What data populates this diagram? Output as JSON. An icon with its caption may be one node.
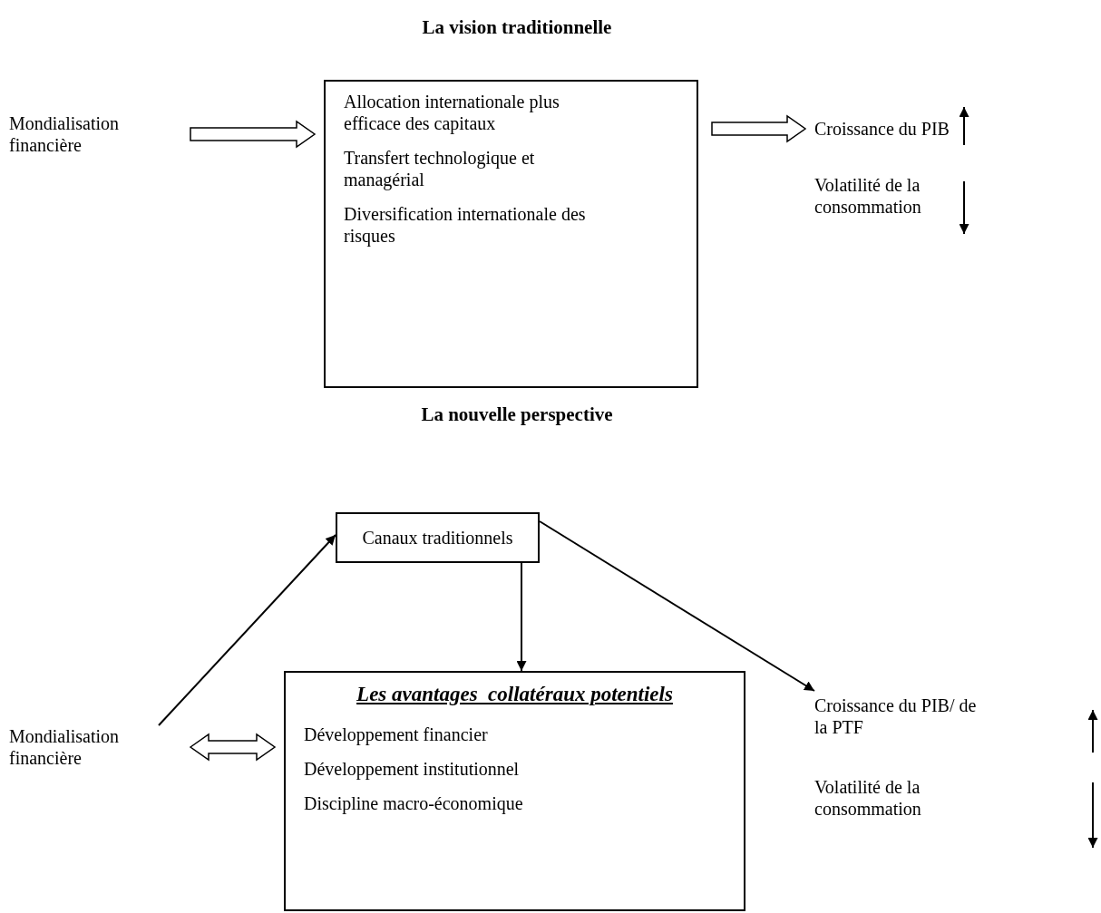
{
  "diagram": {
    "nodes": [
      {
        "text": [
          "Mondialisation financière"
        ]
      },
      {
        "text": [
          "Allocation internationale plus efficace des capitaux",
          "Transfert technologique et managérial",
          "Diversification internationale des risques"
        ]
      },
      {
        "text": [
          "Croissance du PIB"
        ]
      },
      {
        "text": [
          "Volatilité de la consommation"
        ]
      },
      {
        "text": [
          "Canaux traditionnels"
        ]
      },
      {
        "text": [
          "Les avantages  collatéraux potentiels",
          "Développement financier",
          "Développement institutionnel",
          "Discipline macro-économique"
        ]
      },
      {
        "text": [
          "Mondialisation financière"
        ]
      },
      {
        "text": [
          "Croissance du PIB/ de la PTF"
        ]
      },
      {
        "text": [
          "Volatilité de la consommation"
        ]
      }
    ],
    "edges": [
      {
        "from": 0,
        "to": 1,
        "arrow": "to",
        "style": "thick"
      },
      {
        "from": 1,
        "to": 2,
        "arrow": "to",
        "style": "thick"
      },
      {
        "from": 6,
        "to": 4,
        "arrow": "to"
      },
      {
        "from": 4,
        "to": 5,
        "arrow": "to"
      },
      {
        "from": 4,
        "to": 7,
        "arrow": "to"
      },
      {
        "from": 6,
        "to": 5,
        "arrow": "both",
        "style": "thick"
      }
    ],
    "labels": [
      "La vision traditionnelle",
      "La nouvelle perspective"
    ]
  }
}
